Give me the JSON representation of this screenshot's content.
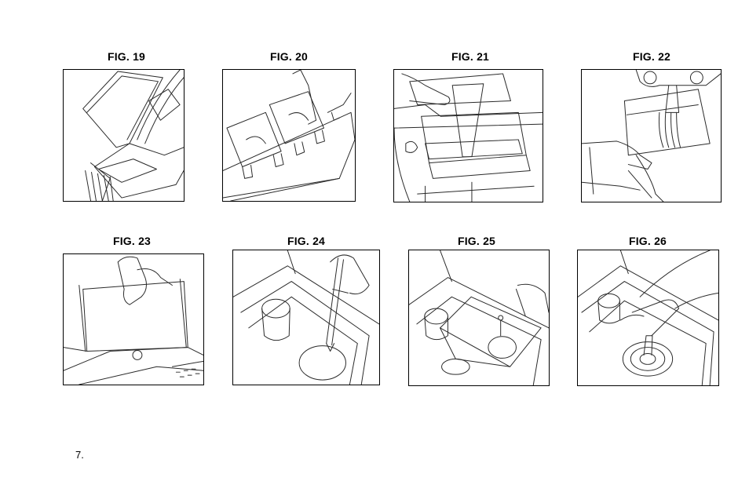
{
  "figures": [
    {
      "caption": "FIG. 19",
      "content": "Line illustration: filter paper cone being placed into a hinged holder"
    },
    {
      "caption": "FIG. 20",
      "content": "Line illustration: two filter holders with tabs fitting into a tray slot"
    },
    {
      "caption": "FIG. 21",
      "content": "Line illustration: hand sliding a filter holder into the machine"
    },
    {
      "caption": "FIG. 22",
      "content": "Line illustration: filter holder with cone removed from under the head unit by hand"
    },
    {
      "caption": "FIG. 23",
      "content": "Line illustration: hand lifting a flat panel out of the top of the machine"
    },
    {
      "caption": "FIG. 24",
      "content": "Line illustration: screwdriver used on a part inside the open reservoir"
    },
    {
      "caption": "FIG. 25",
      "content": "Line illustration: inner container being lifted from the open reservoir"
    },
    {
      "caption": "FIG. 26",
      "content": "Line illustration: finger pressing a round valve inside the reservoir"
    }
  ],
  "page_number": "7."
}
